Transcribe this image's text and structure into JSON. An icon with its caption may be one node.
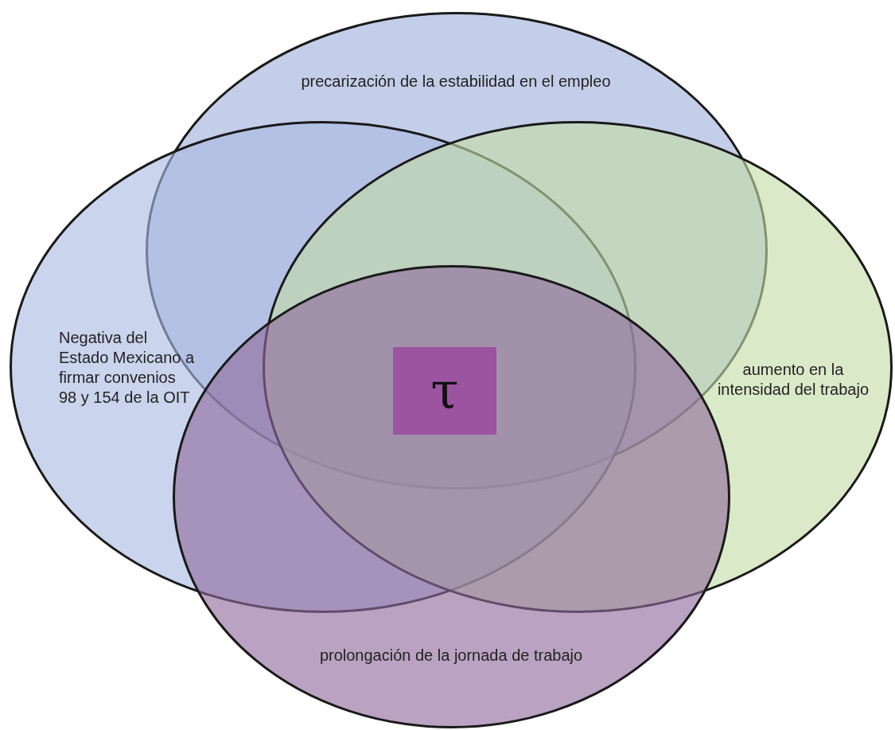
{
  "diagram": {
    "nodes": [
      {
        "text": [
          "precarización de la estabilidad en el empleo"
        ]
      },
      {
        "text": [
          "Negativa del Estado Mexicano a firmar convenios 98 y 154 de la OIT"
        ]
      },
      {
        "text": [
          "aumento en la intensidad del trabajo"
        ]
      },
      {
        "text": [
          "prolongación de la jornada de trabajo"
        ]
      },
      {
        "text": [
          "τ"
        ]
      }
    ]
  }
}
